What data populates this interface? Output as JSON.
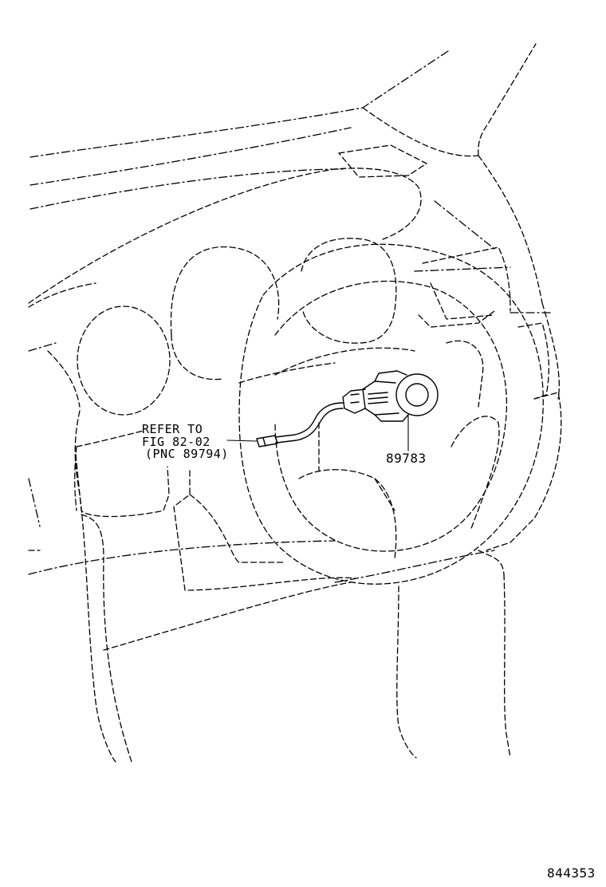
{
  "callouts": {
    "refer_line1": "REFER TO",
    "refer_line2": "FIG 82-02",
    "refer_line3": "(PNC 89794)",
    "part_number": "89783"
  },
  "figure_id": "844353",
  "colors": {
    "line": "#000000",
    "background": "#ffffff"
  }
}
